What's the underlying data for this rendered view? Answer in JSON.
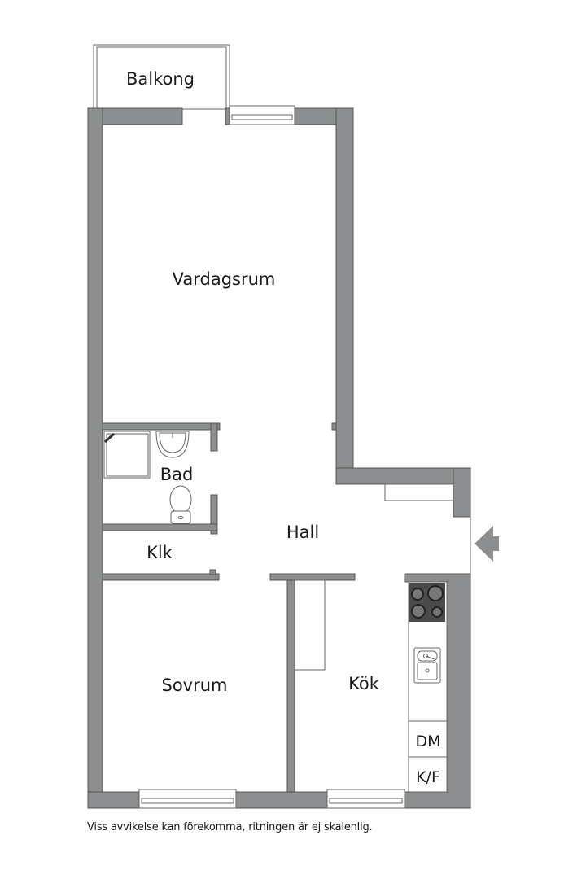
{
  "floorplan": {
    "rooms": {
      "balkong": "Balkong",
      "vardagsrum": "Vardagsrum",
      "bad": "Bad",
      "klk": "Klk",
      "hall": "Hall",
      "sovrum": "Sovrum",
      "kok": "Kök"
    },
    "appliances": {
      "dishwasher": "DM",
      "fridge_freezer": "K/F"
    },
    "entrance_marker": "entrance-arrow",
    "colors": {
      "wall": "#8c8e8f",
      "wall_stroke": "#555555",
      "stove": "#4a4a4a",
      "fixture_stroke": "#666666"
    }
  },
  "footer": {
    "disclaimer": "Viss avvikelse kan förekomma, ritningen är ej skalenlig."
  }
}
